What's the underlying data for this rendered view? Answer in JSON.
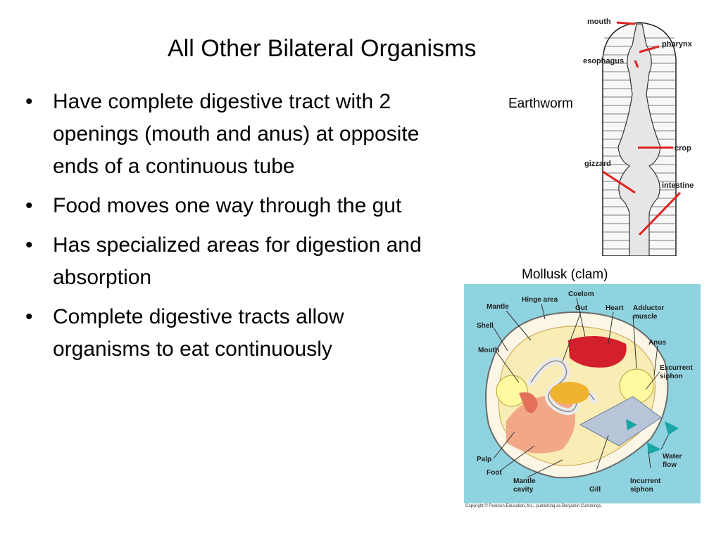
{
  "slide": {
    "title": "All Other Bilateral Organisms",
    "bullets": [
      "Have complete digestive tract with 2 openings (mouth and anus) at opposite ends of a continuous tube",
      "Food moves one way through the gut",
      "Has specialized areas for digestion and absorption",
      "Complete digestive tracts allow organisms to eat continuously"
    ],
    "bullet_glyph": "•"
  },
  "earthworm": {
    "caption": "Earthworm",
    "labels": {
      "mouth": "mouth",
      "pharynx": "pharynx",
      "esophagus": "esophagus",
      "crop": "crop",
      "gizzard": "gizzard",
      "intestine": "intestine"
    },
    "pointer_color": "#e02020"
  },
  "clam": {
    "caption": "Mollusk (clam)",
    "labels": {
      "coelom": "Coelom",
      "hinge": "Hinge area",
      "mantle": "Mantle",
      "gut": "Gut",
      "heart": "Heart",
      "adductor1": "Adductor",
      "adductor2": "muscle",
      "shell": "Shell",
      "anus": "Anus",
      "mouth": "Mouth",
      "excurrent1": "Excurrent",
      "excurrent2": "siphon",
      "palp": "Palp",
      "foot": "Foot",
      "mantlecav1": "Mantle",
      "mantlecav2": "cavity",
      "gill": "Gill",
      "incurrent1": "Incurrent",
      "incurrent2": "siphon",
      "water1": "Water",
      "water2": "flow"
    },
    "background_color": "#8fd3e0",
    "copyright": "Copyright © Pearson Education, Inc., publishing as Benjamin Cummings."
  }
}
